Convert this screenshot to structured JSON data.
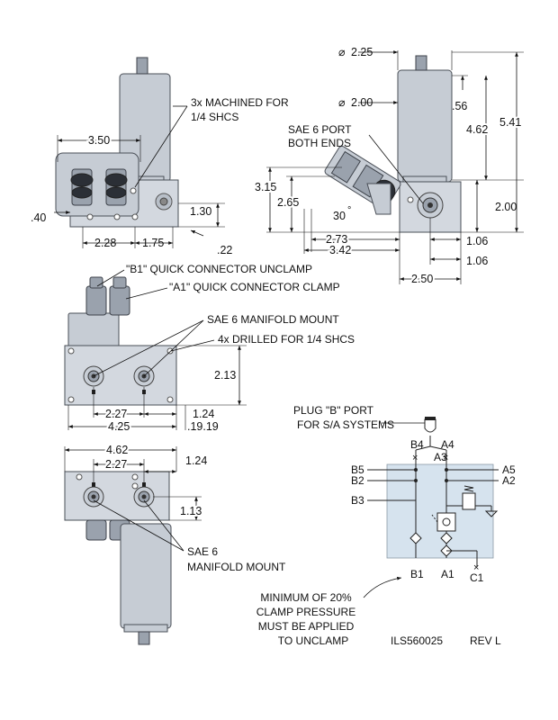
{
  "front_view": {
    "callout_machined": [
      "3x MACHINED FOR",
      "1/4 SHCS"
    ],
    "dims": {
      "width": "3.50",
      "height": "1.30",
      "left": ".40",
      "pos1": "2.28",
      "pos2": "1.75",
      "offset": ".22"
    }
  },
  "side_view": {
    "diam_outer": "2.25",
    "diam_inner": "2.00",
    "port_callout": [
      "SAE 6 PORT",
      "BOTH ENDS"
    ],
    "dims": {
      "top_gap": ".56",
      "body_h": "4.62",
      "total_h": "5.41",
      "conn_h1": "3.15",
      "conn_h2": "2.65",
      "angle": "30",
      "block_h": "2.00",
      "reach1": "2.73",
      "reach2": "3.42",
      "d1": "1.06",
      "d2": "1.06",
      "width": "2.50"
    }
  },
  "top_view": {
    "label_b1": "\"B1\" QUICK CONNECTOR UNCLAMP",
    "label_a1": "\"A1\" QUICK CONNECTOR CLAMP",
    "label_manifold": "SAE 6 MANIFOLD MOUNT",
    "label_drilled": "4x DRILLED FOR 1/4 SHCS",
    "dims": {
      "height": "2.13",
      "spacing": "2.27",
      "edge": "1.24",
      "width": "4.25",
      "small": ".19.19"
    }
  },
  "bottom_view": {
    "label_manifold": [
      "SAE 6",
      "MANIFOLD MOUNT"
    ],
    "dims": {
      "width": "4.62",
      "spacing": "2.27",
      "edge": "1.24",
      "height": "1.13"
    }
  },
  "schematic": {
    "plug_note": [
      "PLUG \"B\" PORT",
      "FOR S/A SYSTEMS"
    ],
    "ports": {
      "b4": "B4",
      "a4": "A4",
      "a3": "A3",
      "b5": "B5",
      "b2": "B2",
      "b3": "B3",
      "a5": "A5",
      "a2": "A2",
      "b1": "B1",
      "a1": "A1",
      "c1": "C1"
    },
    "pressure_note": [
      "MINIMUM OF 20%",
      "CLAMP PRESSURE",
      "MUST BE APPLIED",
      "TO UNCLAMP"
    ]
  },
  "title_block": {
    "part_number": "ILS560025",
    "revision": "REV L"
  },
  "colors": {
    "part": "#c6ccd4",
    "schematic_fill": "#d6e3ee"
  }
}
